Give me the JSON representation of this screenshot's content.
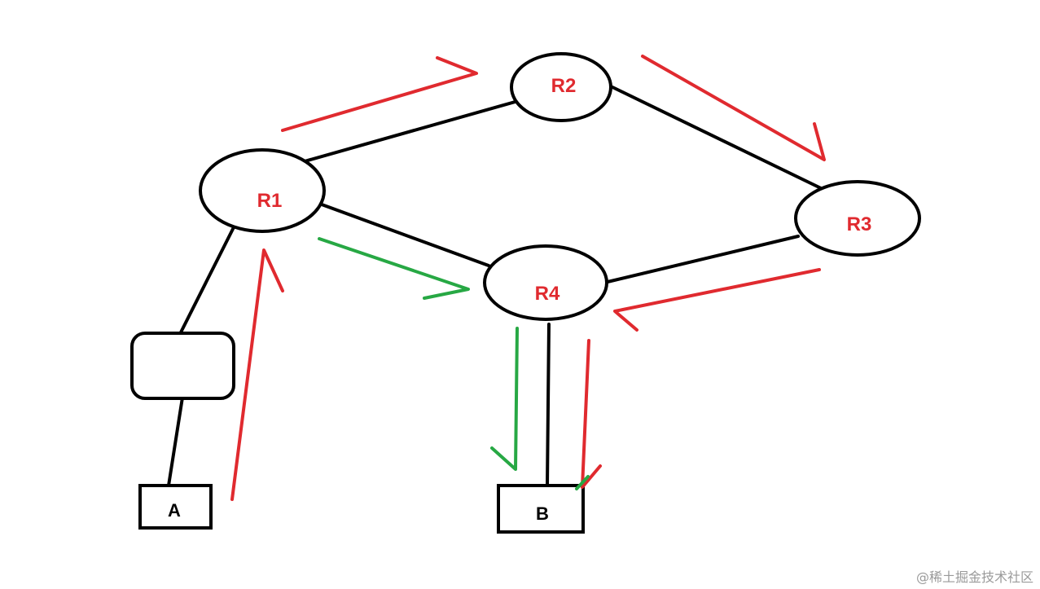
{
  "nodes": {
    "r1": {
      "label": "R1"
    },
    "r2": {
      "label": "R2"
    },
    "r3": {
      "label": "R3"
    },
    "r4": {
      "label": "R4"
    },
    "host_a": {
      "label": "A"
    },
    "host_b": {
      "label": "B"
    },
    "switch": {
      "label": ""
    }
  },
  "links": [
    {
      "from": "A",
      "to": "switch"
    },
    {
      "from": "switch",
      "to": "R1"
    },
    {
      "from": "R1",
      "to": "R2"
    },
    {
      "from": "R2",
      "to": "R3"
    },
    {
      "from": "R3",
      "to": "R4"
    },
    {
      "from": "R1",
      "to": "R4"
    },
    {
      "from": "R4",
      "to": "B"
    }
  ],
  "paths": {
    "red": {
      "color": "#e02a2f",
      "route": [
        "A",
        "R1",
        "R2",
        "R3",
        "R4",
        "B"
      ]
    },
    "green": {
      "color": "#27a844",
      "route": [
        "R1",
        "R4",
        "B"
      ]
    }
  },
  "colors": {
    "router_label": "#e02a2f",
    "link": "#000000",
    "red_path": "#e02a2f",
    "green_path": "#27a844"
  },
  "watermark": "@稀土掘金技术社区"
}
